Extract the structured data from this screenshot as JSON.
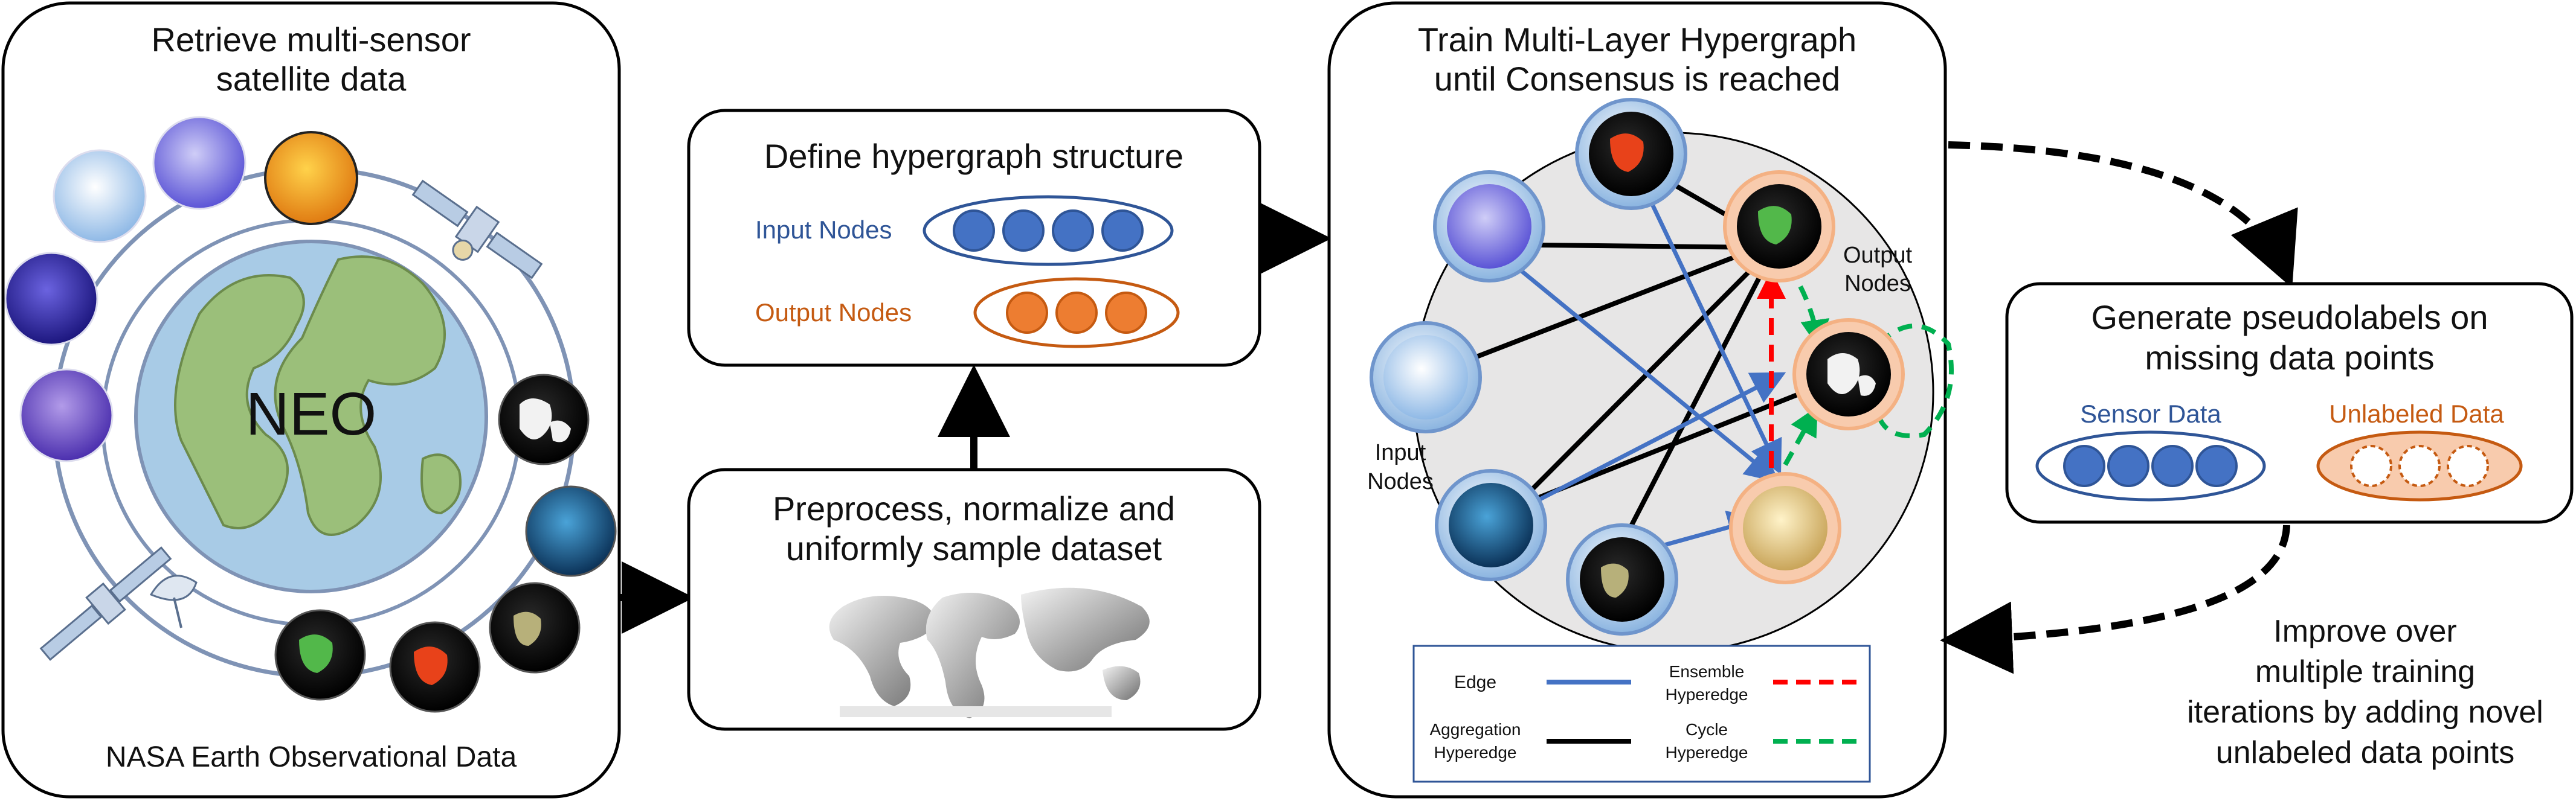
{
  "panels": {
    "retrieve": {
      "title_line1": "Retrieve multi-sensor",
      "title_line2": "satellite data",
      "earth_label": "NEO",
      "footer": "NASA Earth Observational Data"
    },
    "define": {
      "title": "Define hypergraph structure",
      "input_label": "Input Nodes",
      "output_label": "Output Nodes"
    },
    "preprocess": {
      "title_line1": "Preprocess, normalize and",
      "title_line2": "uniformly sample dataset"
    },
    "train": {
      "title_line1": "Train Multi-Layer Hypergraph",
      "title_line2": "until Consensus is reached",
      "input_nodes_line1": "Input",
      "input_nodes_line2": "Nodes",
      "output_nodes_line1": "Output",
      "output_nodes_line2": "Nodes"
    },
    "generate": {
      "title_line1": "Generate pseudolabels on",
      "title_line2": "missing data points",
      "sensor_label": "Sensor Data",
      "unlabeled_label": "Unlabeled Data"
    }
  },
  "legend": {
    "edge": "Edge",
    "ensemble_line1": "Ensemble",
    "ensemble_line2": "Hyperedge",
    "aggregation_line1": "Aggregation",
    "aggregation_line2": "Hyperedge",
    "cycle_line1": "Cycle",
    "cycle_line2": "Hyperedge"
  },
  "improve": {
    "line1": "Improve over",
    "line2": "multiple training",
    "line3": "iterations by adding novel",
    "line4": "unlabeled data points"
  },
  "colors": {
    "blue": "#4472c4",
    "orange": "#ed7d31",
    "red": "#ff0000",
    "green": "#00b050",
    "dark_blue_text": "#2f5597",
    "orange_text": "#c55a11"
  }
}
